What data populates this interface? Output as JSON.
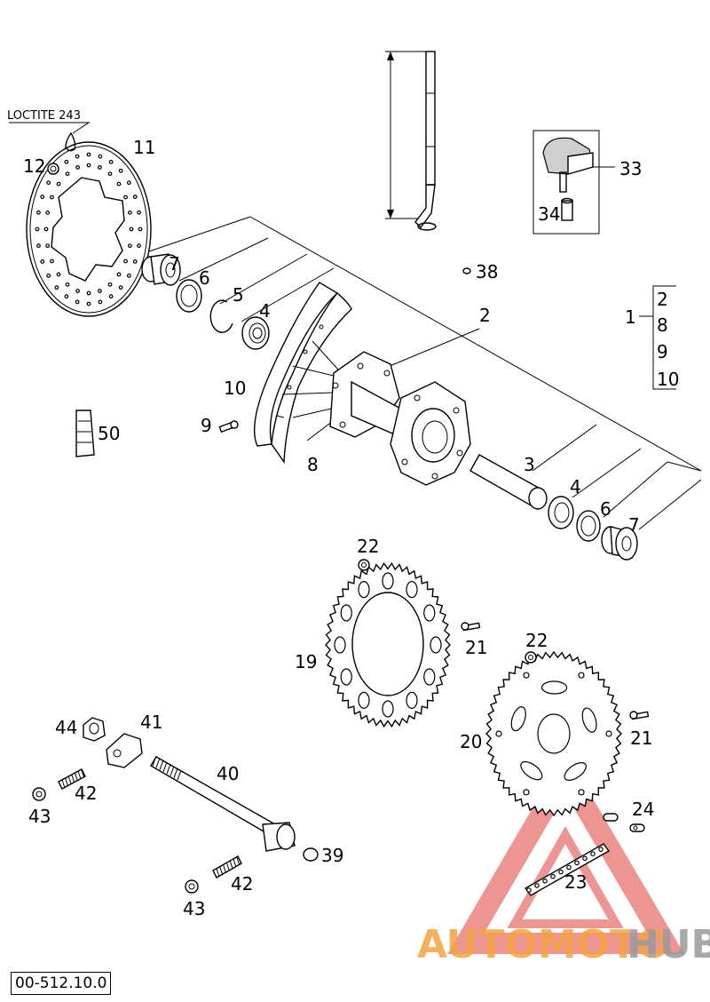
{
  "callouts": {
    "c1": "1",
    "c2": "2",
    "c2b": "2",
    "c3": "3",
    "c4": "4",
    "c4b": "4",
    "c5": "5",
    "c6": "6",
    "c6b": "6",
    "c7": "7",
    "c7b": "7",
    "c8": "8",
    "c8b": "8",
    "c9": "9",
    "c9b": "9",
    "c10": "10",
    "c10b": "10",
    "c11": "11",
    "c12": "12",
    "c19": "19",
    "c20": "20",
    "c21": "21",
    "c21b": "21",
    "c22": "22",
    "c22b": "22",
    "c23": "23",
    "c24": "24",
    "c33": "33",
    "c34": "34",
    "c38": "38",
    "c39": "39",
    "c40": "40",
    "c41": "41",
    "c42": "42",
    "c42b": "42",
    "c43": "43",
    "c43b": "43",
    "c44": "44",
    "c50": "50"
  },
  "note_loctite": "LOCTITE 243",
  "drawing_ref": "00-512.10.0",
  "watermark": {
    "part1": "AUTOMOTO",
    "part2": "HUB",
    "color_orange": "#f4a341",
    "color_red": "#e0403a",
    "color_gray": "#9a9a9a"
  }
}
